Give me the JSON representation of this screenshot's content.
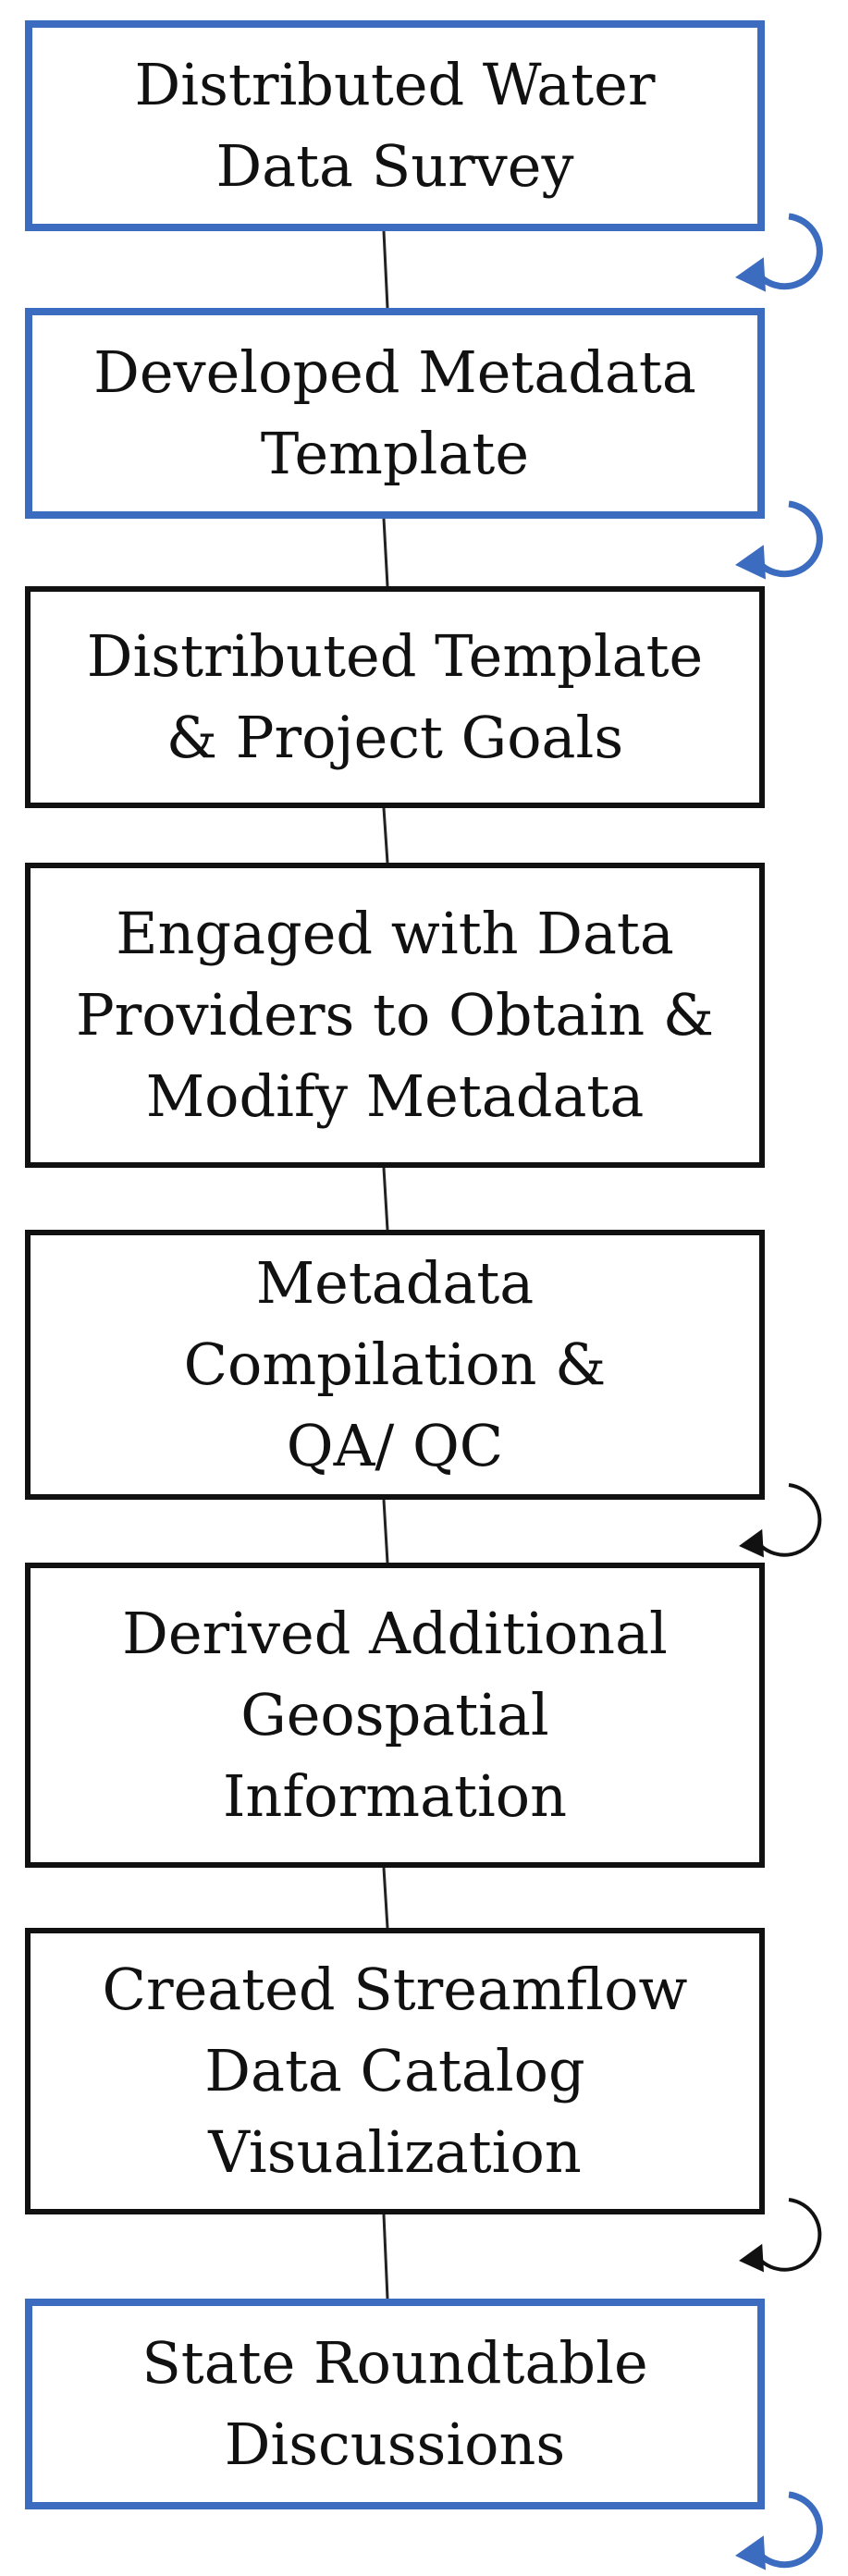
{
  "colors": {
    "blue": "#3b6cc0",
    "black": "#111111",
    "connector": "#222222"
  },
  "steps": [
    {
      "label": "Distributed Water\nData Survey",
      "border": "blue",
      "loop": true
    },
    {
      "label": "Developed Metadata\nTemplate",
      "border": "blue",
      "loop": true
    },
    {
      "label": "Distributed Template\n& Project Goals",
      "border": "black",
      "loop": false
    },
    {
      "label": "Engaged with Data\nProviders to Obtain &\nModify Metadata",
      "border": "black",
      "loop": false
    },
    {
      "label": "Metadata\nCompilation &\nQA/ QC",
      "border": "black",
      "loop": true
    },
    {
      "label": "Derived Additional\nGeospatial\nInformation",
      "border": "black",
      "loop": false
    },
    {
      "label": "Created Streamflow\nData Catalog\nVisualization",
      "border": "black",
      "loop": true
    },
    {
      "label": "State Roundtable\nDiscussions",
      "border": "blue",
      "loop": true
    }
  ]
}
